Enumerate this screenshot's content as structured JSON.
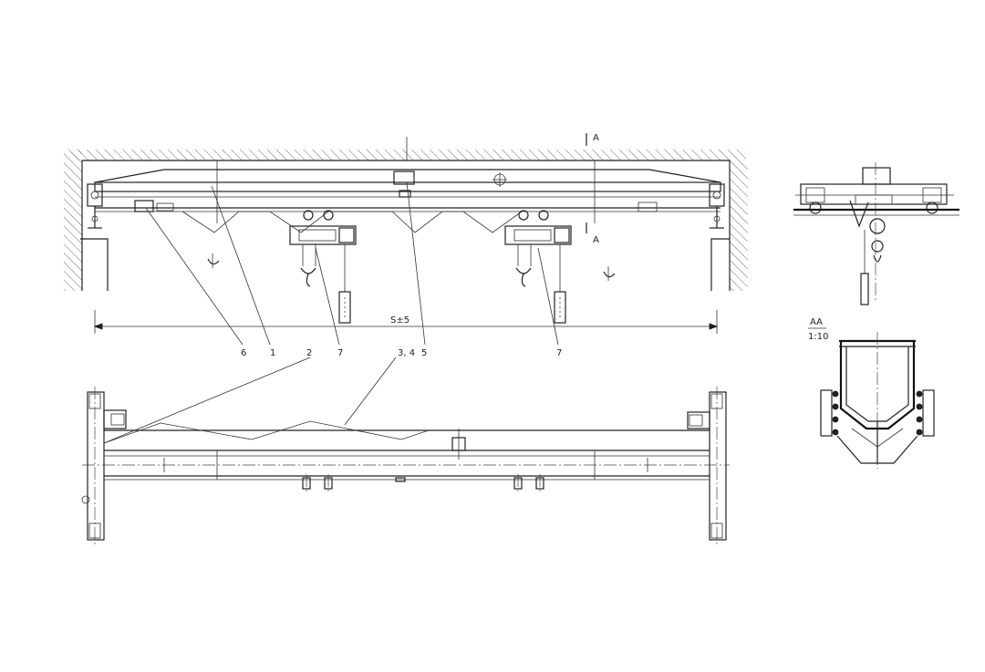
{
  "labels": {
    "section_mark_top": "A",
    "section_mark_bottom": "A",
    "span_dim": "S±5",
    "callout_6": "6",
    "callout_1": "1",
    "callout_2": "2",
    "callout_7a": "7",
    "callout_34": "3, 4",
    "callout_5": "5",
    "callout_7b": "7",
    "section_title": "AA",
    "section_scale": "1:10"
  }
}
